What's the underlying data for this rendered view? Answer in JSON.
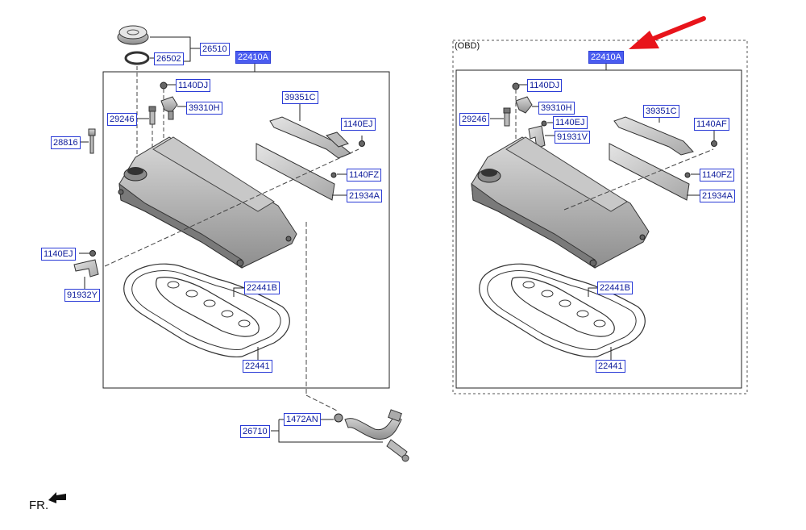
{
  "colors": {
    "label_border": "#2a3bd6",
    "label_text": "#0b1a9a",
    "highlight": "#4a5cf0",
    "arrow": "#e8141b"
  },
  "left": {
    "main_label": "22410A",
    "labels": {
      "cap": "26510",
      "gasket_ring": "26502",
      "stud_bolt": "28816",
      "bolt_dj": "1140DJ",
      "sensor_39310": "39310H",
      "sensor_29246": "29246",
      "bracket_39351": "39351C",
      "bolt_ej_top": "1140EJ",
      "bolt_fz": "1140FZ",
      "baffle_21934": "21934A",
      "bolt_ej_side": "1140EJ",
      "bracket_91932": "91932Y",
      "gasket_22441b": "22441B",
      "gasket_22441": "22441",
      "hose_26710": "26710",
      "clamp_1472": "1472AN"
    }
  },
  "right": {
    "variant": "(OBD)",
    "main_label": "22410A",
    "labels": {
      "bolt_dj": "1140DJ",
      "sensor_39310": "39310H",
      "sensor_29246": "29246",
      "bolt_ej": "1140EJ",
      "bracket_91931": "91931V",
      "bracket_39351": "39351C",
      "bolt_af": "1140AF",
      "bolt_fz": "1140FZ",
      "baffle_21934": "21934A",
      "gasket_22441b": "22441B",
      "gasket_22441": "22441"
    }
  },
  "footer": {
    "front_text": "FR."
  }
}
